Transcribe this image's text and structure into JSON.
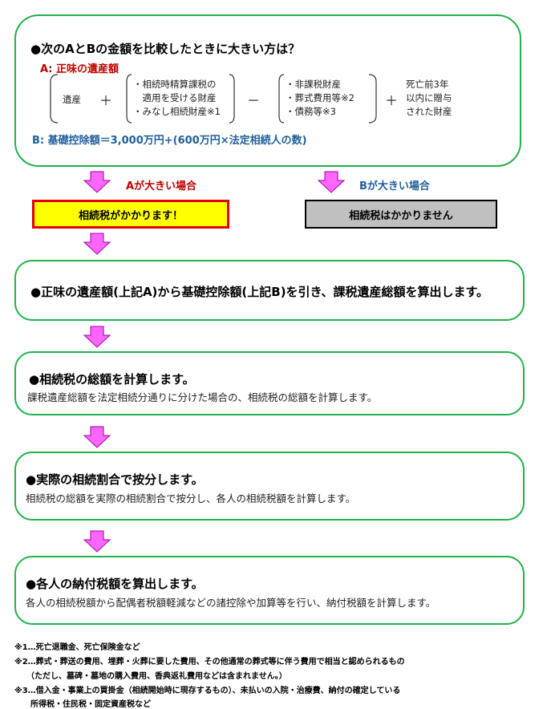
{
  "top_box": {
    "heading": "●次のAとBの金額を比較したときに大きい方は？",
    "a_label": "A: 正味の遺産額",
    "col_estate": "遺産",
    "plus_1": "＋",
    "col_group1": [
      "・相続時精算課税の",
      "　適用を受ける財産",
      "・みなし相続財産※1"
    ],
    "minus": "－",
    "col_group2": [
      "・非課税財産",
      "・葬式費用等※2",
      "・債務等※3"
    ],
    "plus_2": "＋",
    "col_gift": [
      "死亡前3年",
      "以内に贈与",
      "された財産"
    ],
    "b_label": "B: 基礎控除額＝3,000万円+(600万円×法定相続人の数)"
  },
  "branch": {
    "a_label": "Aが大きい場合",
    "b_label": "Bが大きい場合",
    "a_result": "相続税がかかります！",
    "b_result": "相続税はかかりません"
  },
  "steps": [
    {
      "title": "●正味の遺産額(上記A)から基礎控除額(上記B)を引き、課税遺産総額を算出します。",
      "desc": ""
    },
    {
      "title": "●相続税の総額を計算します。",
      "desc": "課税遺産総額を法定相続分通りに分けた場合の、相続税の総額を計算します。"
    },
    {
      "title": "●実際の相続割合で按分します。",
      "desc": "相続税の総額を実際の相続割合で按分し、各人の相続税額を計算します。"
    },
    {
      "title": "●各人の納付税額を算出します。",
      "desc": "各人の相続税額から配偶者税額軽減などの諸控除や加算等を行い、納付税額を計算します。"
    }
  ],
  "notes": [
    "※1…死亡退職金、死亡保険金など",
    "※2…葬式・葬送の費用、埋葬・火葬に要した費用、その他通常の葬式等に伴う費用で相当と認められるもの",
    "　　（ただし、墓碑・墓地の購入費用、香典返礼費用などは含まれません。）",
    "※3…借入金・事業上の買掛金（相続開始時に現存するもの）、未払いの入院・治療費、納付の確定している",
    "　　所得税・住民税・固定資産税など"
  ],
  "colors": {
    "border": "#22b14c",
    "arrow": "#ff66ff",
    "red": "#c00000",
    "blue": "#1f5f9a",
    "yellow": "#ffff00",
    "gray": "#c0c0c0"
  }
}
